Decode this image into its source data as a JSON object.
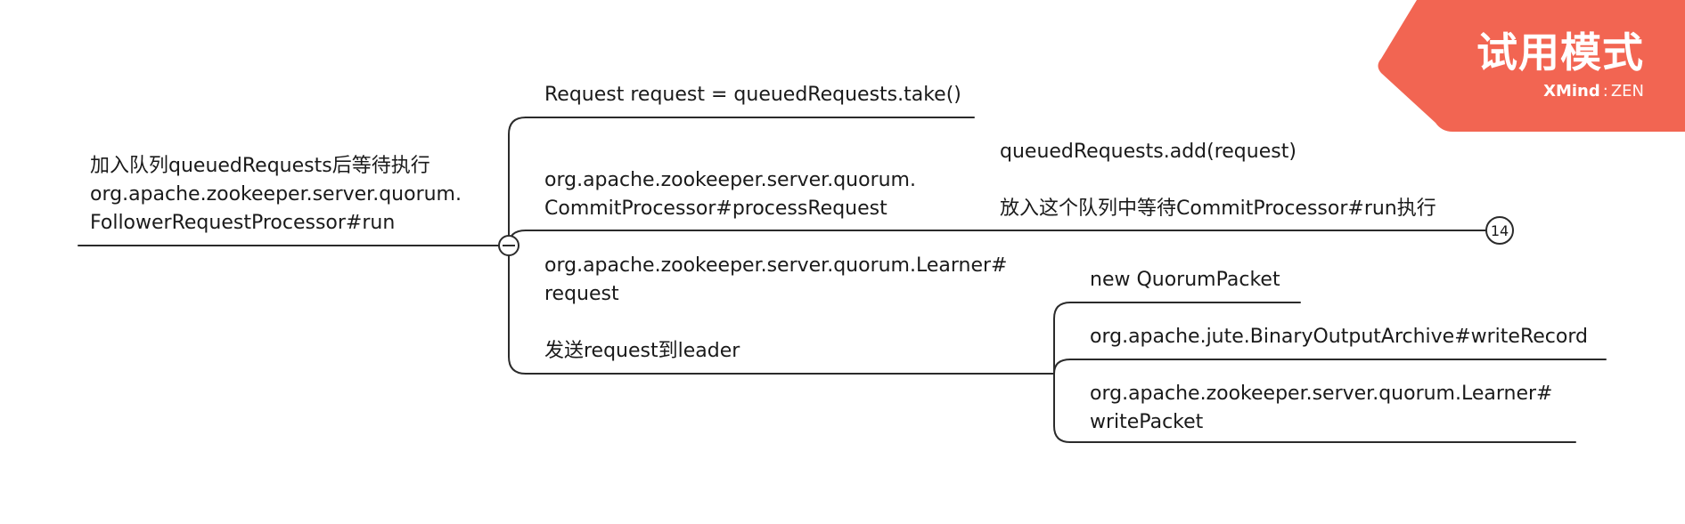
{
  "map": {
    "root": {
      "lines": [
        "加入队列queuedRequests后等待执行",
        "org.apache.zookeeper.server.quorum.",
        "FollowerRequestProcessor#run"
      ]
    },
    "branches": [
      {
        "lines": [
          "Request request = queuedRequests.take()"
        ]
      },
      {
        "lines": [
          "org.apache.zookeeper.server.quorum.",
          "CommitProcessor#processRequest"
        ],
        "children": [
          {
            "lines": [
              "queuedRequests.add(request)"
            ]
          },
          {
            "lines": [
              "放入这个队列中等待CommitProcessor#run执行"
            ]
          }
        ],
        "collapsed_count": "14"
      },
      {
        "lines": [
          "org.apache.zookeeper.server.quorum.Learner#",
          "request"
        ]
      },
      {
        "lines": [
          "发送request到leader"
        ],
        "children": [
          {
            "lines": [
              "new QuorumPacket"
            ]
          },
          {
            "lines": [
              "org.apache.jute.BinaryOutputArchive#writeRecord"
            ]
          },
          {
            "lines": [
              "org.apache.zookeeper.server.quorum.Learner#",
              "writePacket"
            ]
          }
        ]
      }
    ],
    "collapse_symbol": "−"
  },
  "badge": {
    "title": "试用模式",
    "brand_main": "XMind",
    "brand_sep": ":",
    "brand_edition": "ZEN",
    "color": "#F26552"
  },
  "colors": {
    "line": "#2b2b2b",
    "text": "#1a1a1a",
    "background": "#ffffff"
  }
}
